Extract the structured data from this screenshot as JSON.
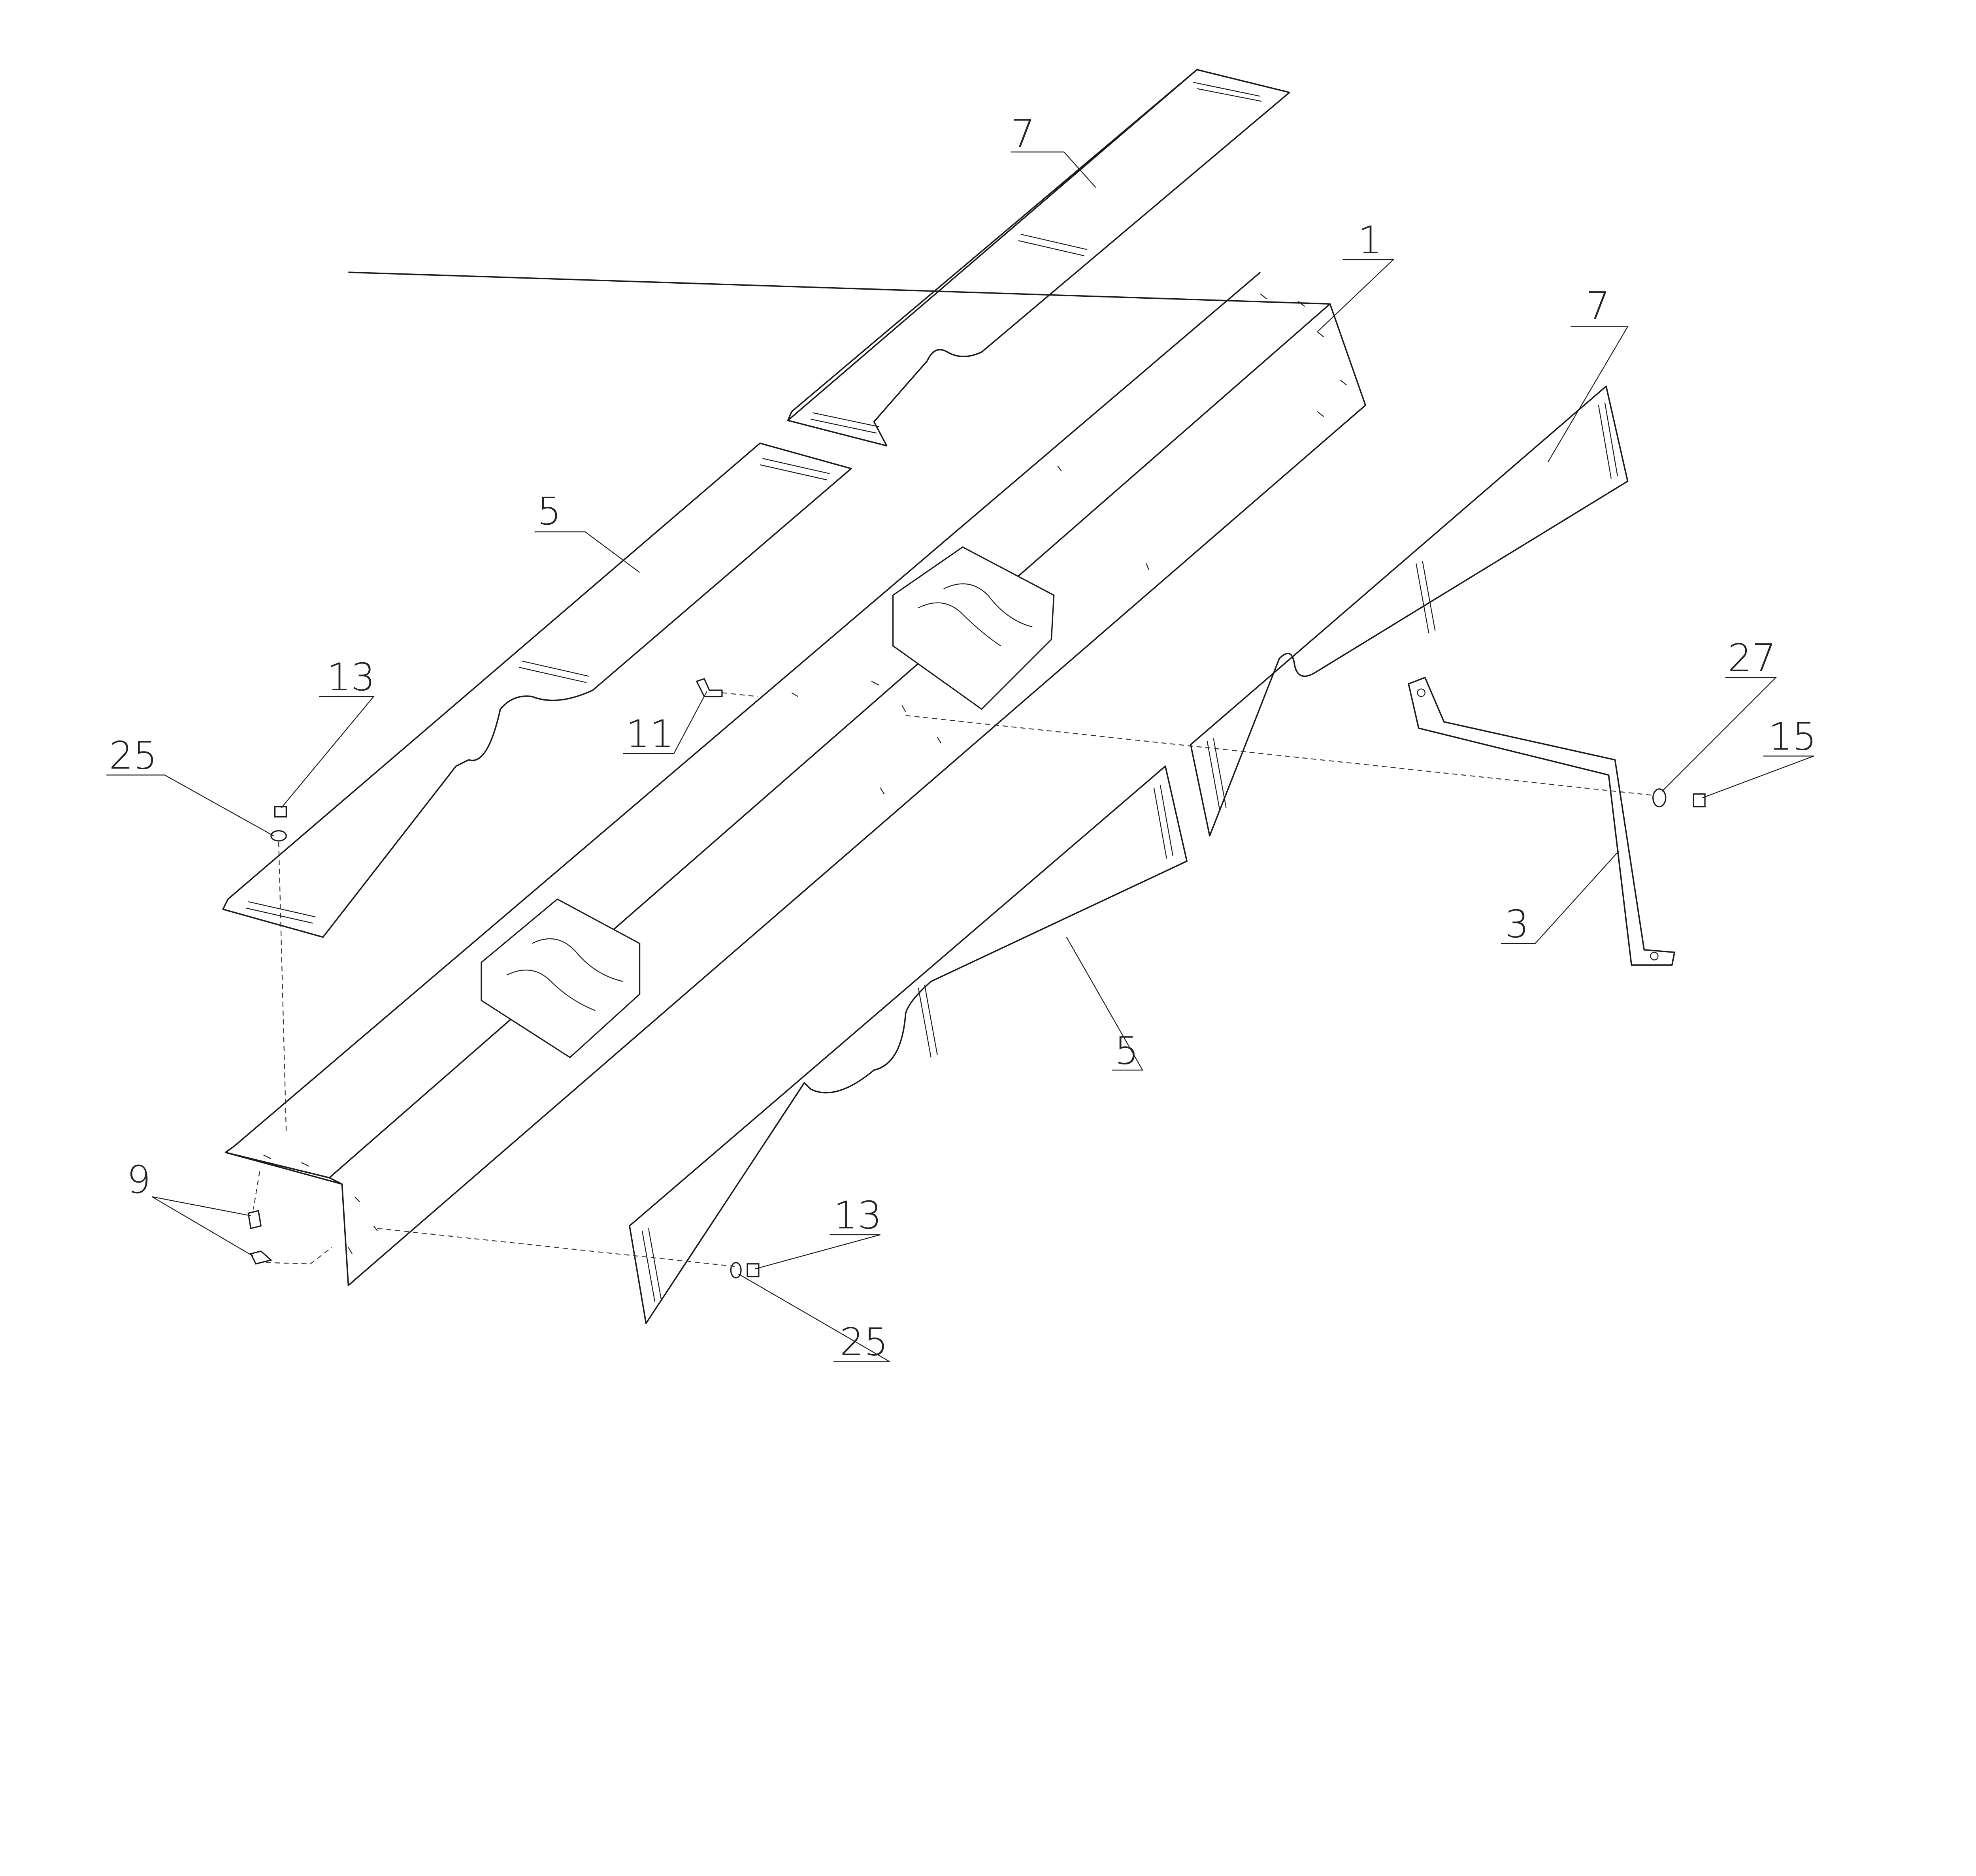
{
  "callouts": {
    "part_7_top": "7",
    "part_1": "1",
    "part_7_right": "7",
    "part_5_upper": "5",
    "part_13_upper": "13",
    "part_25_upper": "25",
    "part_11": "11",
    "part_27": "27",
    "part_15": "15",
    "part_3": "3",
    "part_5_lower": "5",
    "part_9": "9",
    "part_13_lower": "13",
    "part_25_lower": "25"
  }
}
